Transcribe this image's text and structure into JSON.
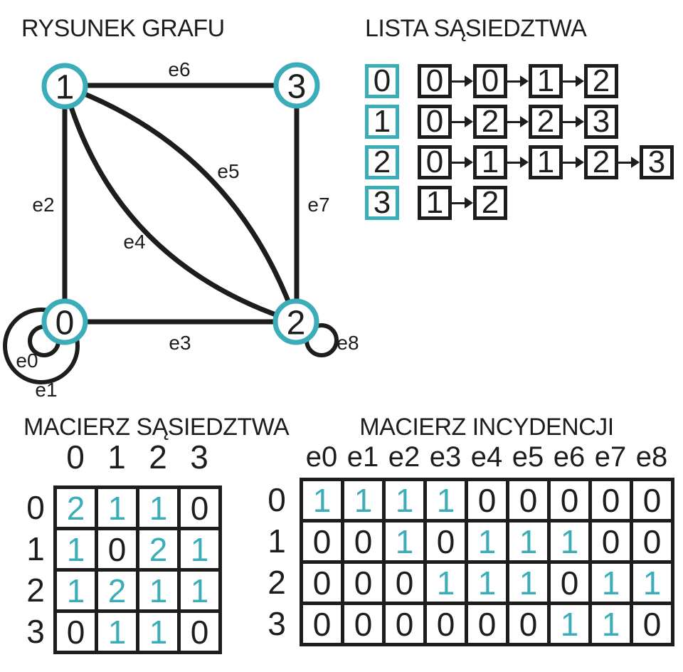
{
  "colors": {
    "accent": "#3aadb8",
    "ink": "#1d1d1b",
    "background": "#ffffff"
  },
  "graph": {
    "title": "RYSUNEK GRAFU",
    "vertex_labels": {
      "v0": "0",
      "v1": "1",
      "v2": "2",
      "v3": "3"
    },
    "edge_labels": {
      "e0": "e0",
      "e1": "e1",
      "e2": "e2",
      "e3": "e3",
      "e4": "e4",
      "e5": "e5",
      "e6": "e6",
      "e7": "e7",
      "e8": "e8"
    }
  },
  "adjacency_list": {
    "title": "LISTA SĄSIEDZTWA",
    "rows": [
      {
        "vertex": "0",
        "neighbors": [
          "0",
          "0",
          "1",
          "2"
        ]
      },
      {
        "vertex": "1",
        "neighbors": [
          "0",
          "2",
          "2",
          "3"
        ]
      },
      {
        "vertex": "2",
        "neighbors": [
          "0",
          "1",
          "1",
          "2",
          "3"
        ]
      },
      {
        "vertex": "3",
        "neighbors": [
          "1",
          "2"
        ]
      }
    ]
  },
  "adjacency_matrix": {
    "title": "MACIERZ SĄSIEDZTWA",
    "col_headers": [
      "0",
      "1",
      "2",
      "3"
    ],
    "row_headers": [
      "0",
      "1",
      "2",
      "3"
    ],
    "values": [
      [
        "2",
        "1",
        "1",
        "0"
      ],
      [
        "1",
        "0",
        "2",
        "1"
      ],
      [
        "1",
        "2",
        "1",
        "1"
      ],
      [
        "0",
        "1",
        "1",
        "0"
      ]
    ]
  },
  "incidence_matrix": {
    "title": "MACIERZ INCYDENCJI",
    "col_headers": [
      "e0",
      "e1",
      "e2",
      "e3",
      "e4",
      "e5",
      "e6",
      "e7",
      "e8"
    ],
    "row_headers": [
      "0",
      "1",
      "2",
      "3"
    ],
    "values": [
      [
        "1",
        "1",
        "1",
        "1",
        "0",
        "0",
        "0",
        "0",
        "0"
      ],
      [
        "0",
        "0",
        "1",
        "0",
        "1",
        "1",
        "1",
        "0",
        "0"
      ],
      [
        "0",
        "0",
        "0",
        "1",
        "1",
        "1",
        "0",
        "1",
        "1"
      ],
      [
        "0",
        "0",
        "0",
        "0",
        "0",
        "0",
        "1",
        "1",
        "0"
      ]
    ]
  }
}
